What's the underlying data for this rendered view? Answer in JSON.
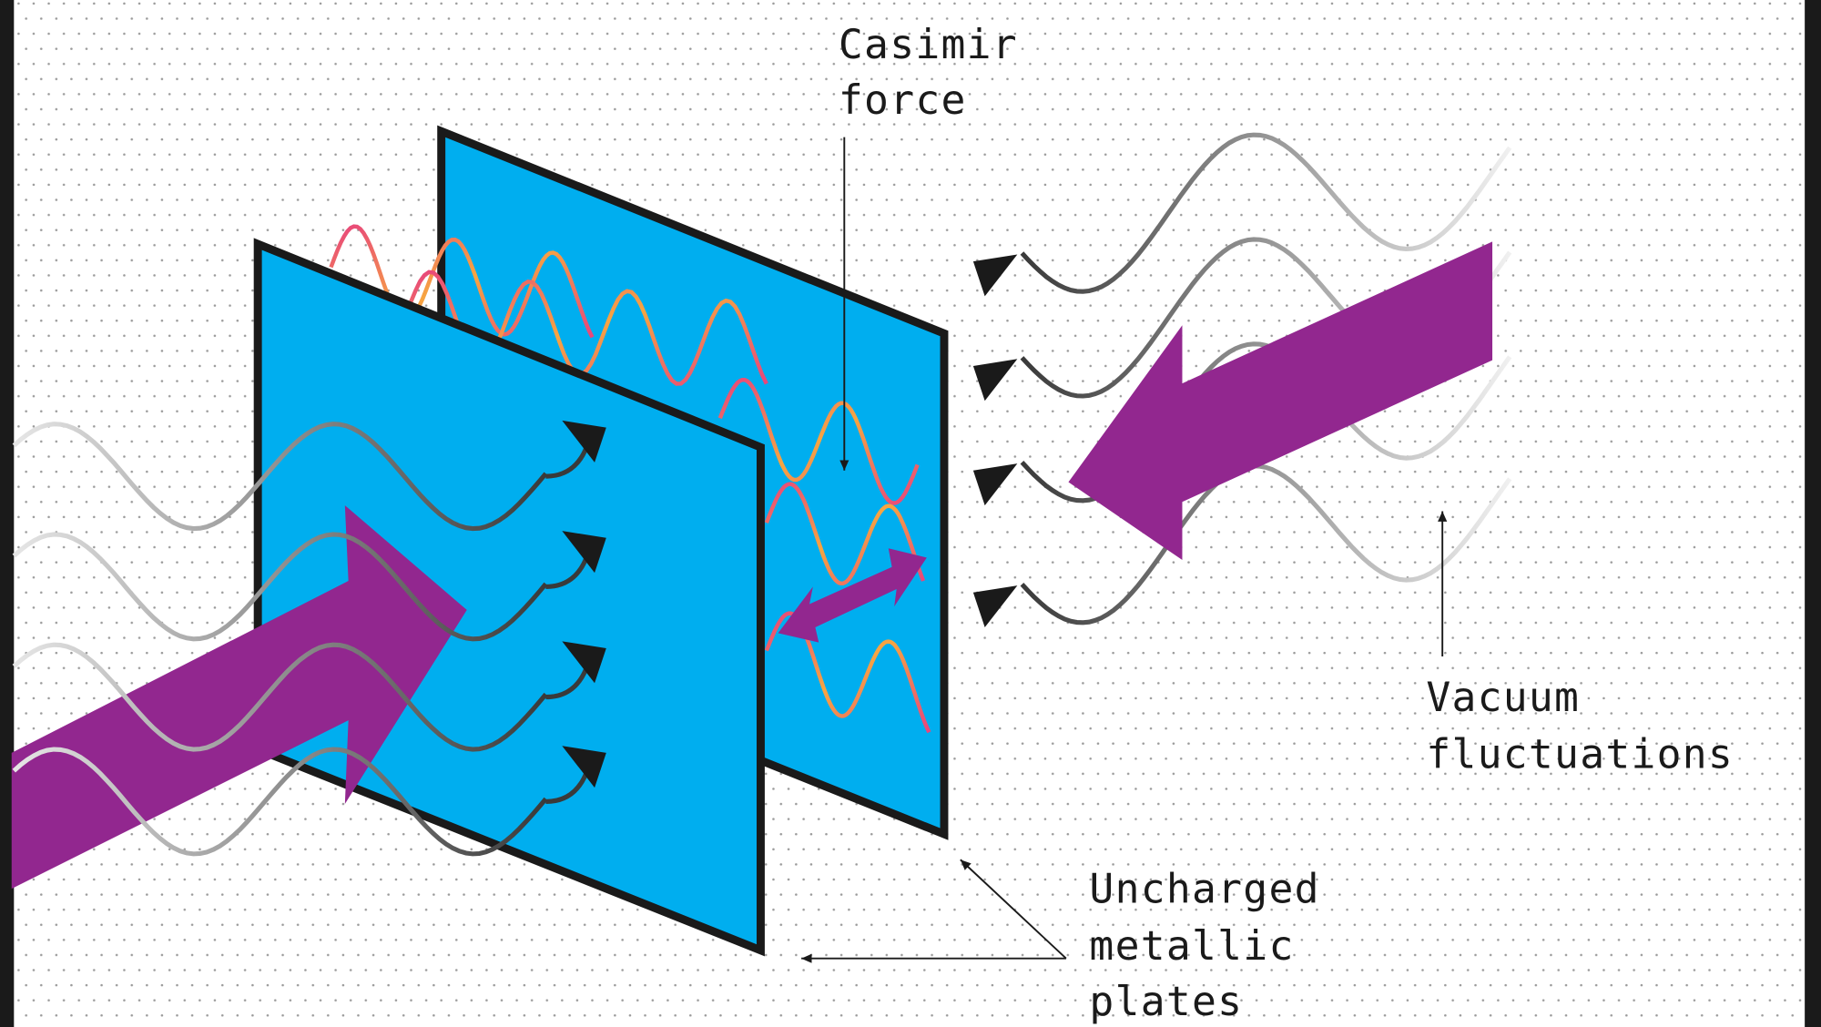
{
  "labels": {
    "casimir_force": [
      "Casimir",
      "force"
    ],
    "vacuum_fluctuations": [
      "Vacuum",
      "fluctuations"
    ],
    "uncharged_plates": [
      "Uncharged",
      "metallic",
      "plates"
    ]
  },
  "colors": {
    "plate": "#00aeef",
    "arrow": "#92278f",
    "wave_pink": "#e8457c",
    "wave_orange": "#f7a541",
    "outline": "#1a1a1a",
    "dots": "#9a9a9a"
  }
}
